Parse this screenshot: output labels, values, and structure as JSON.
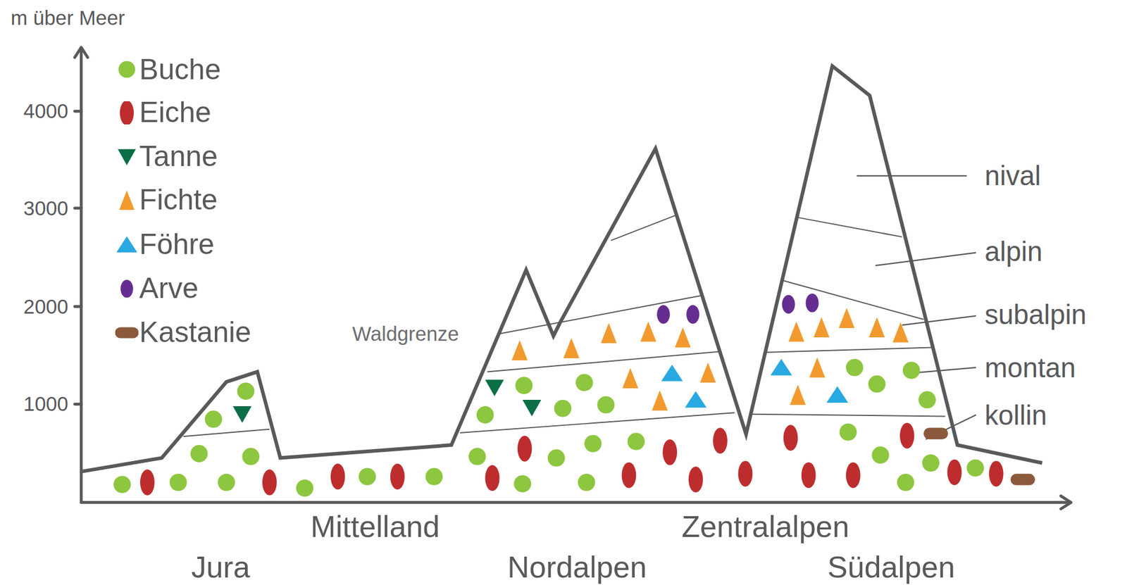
{
  "diagram": {
    "labels": [
      "m über Meer",
      "4000",
      "3000",
      "2000",
      "1000",
      "Waldgrenze",
      "nival",
      "alpin",
      "subalpin",
      "montan",
      "kollin",
      "Mittelland",
      "Zentralalpen",
      "Jura",
      "Nordalpen",
      "Südalpen"
    ],
    "legend": [
      {
        "text": "Buche",
        "color": "#8dc63f"
      },
      {
        "text": "Eiche",
        "color": "#be2d2d"
      },
      {
        "text": "Tanne",
        "color": "#0a6e46"
      },
      {
        "text": "Fichte",
        "color": "#f29a2e"
      },
      {
        "text": "Föhre",
        "color": "#29a9e1"
      },
      {
        "text": "Arve",
        "color": "#662d91"
      },
      {
        "text": "Kastanie",
        "color": "#8b5a3c"
      }
    ]
  }
}
